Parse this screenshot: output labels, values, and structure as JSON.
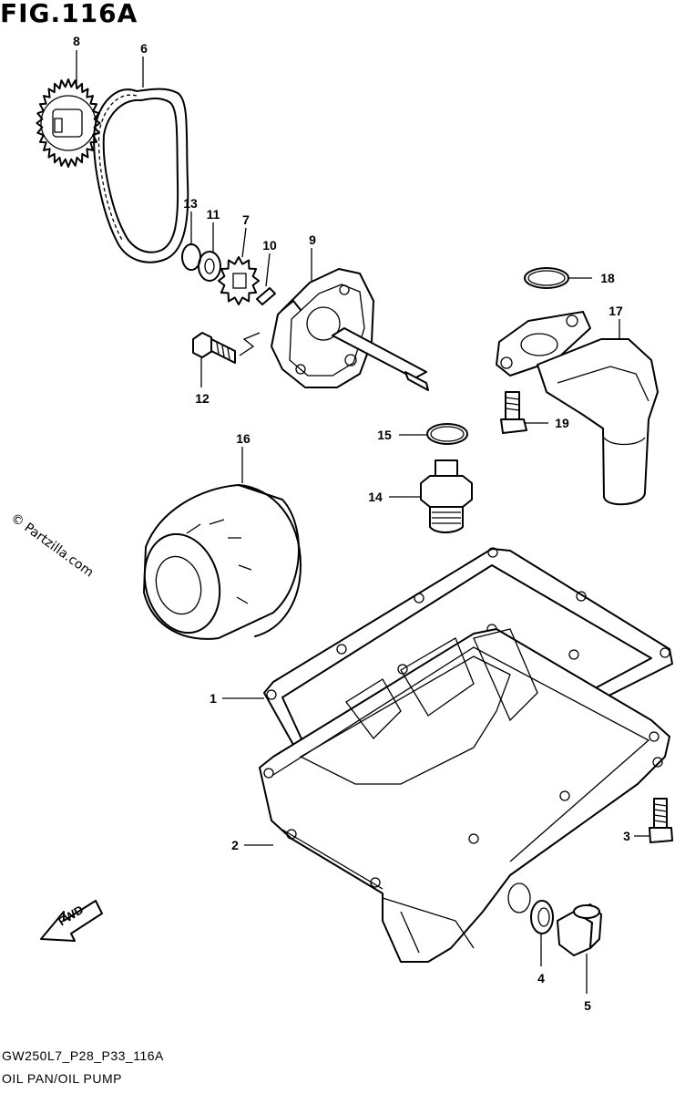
{
  "figure": {
    "title": "FIG.116A",
    "reference_code": "GW250L7_P28_P33_116A",
    "caption": "OIL PAN/OIL PUMP",
    "watermark": "© Partzilla.com",
    "fwd_label": "FWD"
  },
  "callouts": [
    {
      "id": "callout-1",
      "label": "1"
    },
    {
      "id": "callout-2",
      "label": "2"
    },
    {
      "id": "callout-3",
      "label": "3"
    },
    {
      "id": "callout-4",
      "label": "4"
    },
    {
      "id": "callout-5",
      "label": "5"
    },
    {
      "id": "callout-6",
      "label": "6"
    },
    {
      "id": "callout-7",
      "label": "7"
    },
    {
      "id": "callout-8",
      "label": "8"
    },
    {
      "id": "callout-9",
      "label": "9"
    },
    {
      "id": "callout-10",
      "label": "10"
    },
    {
      "id": "callout-11",
      "label": "11"
    },
    {
      "id": "callout-12",
      "label": "12"
    },
    {
      "id": "callout-13",
      "label": "13"
    },
    {
      "id": "callout-14",
      "label": "14"
    },
    {
      "id": "callout-15",
      "label": "15"
    },
    {
      "id": "callout-16",
      "label": "16"
    },
    {
      "id": "callout-17",
      "label": "17"
    },
    {
      "id": "callout-18",
      "label": "18"
    },
    {
      "id": "callout-19",
      "label": "19"
    }
  ]
}
